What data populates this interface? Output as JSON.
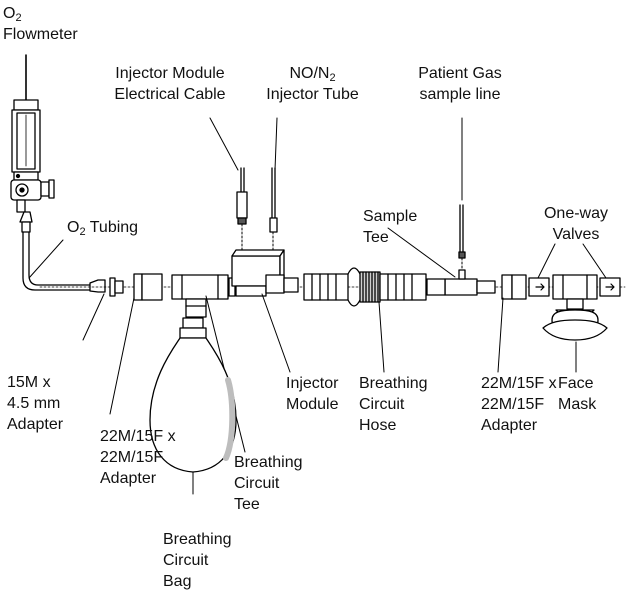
{
  "colors": {
    "line": "#000000",
    "fill": "#ffffff",
    "shade": "#d9d9d9",
    "text": "#111111"
  },
  "labels": {
    "o2_flowmeter": {
      "line1_prefix": "O",
      "line1_sub": "2",
      "line2": "Flowmeter"
    },
    "injector_cable": {
      "line1": "Injector Module",
      "line2": "Electrical Cable"
    },
    "injector_tube": {
      "line1_prefix": "NO/N",
      "line1_sub": "2",
      "line2": "Injector Tube"
    },
    "patient_gas": {
      "line1": "Patient Gas",
      "line2": "sample line"
    },
    "o2_tubing": {
      "prefix": "O",
      "sub": "2",
      "suffix": " Tubing"
    },
    "sample_tee": {
      "line1": "Sample",
      "line2": "Tee"
    },
    "one_way_valves": {
      "line1": "One-way",
      "line2": "Valves"
    },
    "adapter_15m": {
      "line1": "15M x",
      "line2": "4.5 mm",
      "line3": "Adapter"
    },
    "adapter_22m_left": {
      "line1": "22M/15F x",
      "line2": "22M/15F",
      "line3": "Adapter"
    },
    "circuit_tee": {
      "line1": "Breathing",
      "line2": "Circuit",
      "line3": "Tee"
    },
    "circuit_bag": {
      "line1": "Breathing",
      "line2": "Circuit",
      "line3": "Bag"
    },
    "injector_module": {
      "line1": "Injector",
      "line2": "Module"
    },
    "circuit_hose": {
      "line1": "Breathing",
      "line2": "Circuit",
      "line3": "Hose"
    },
    "adapter_22m_right": {
      "line1": "22M/15F x",
      "line2": "22M/15F",
      "line3": "Adapter"
    },
    "face_mask": {
      "line1": "Face",
      "line2": "Mask"
    }
  }
}
